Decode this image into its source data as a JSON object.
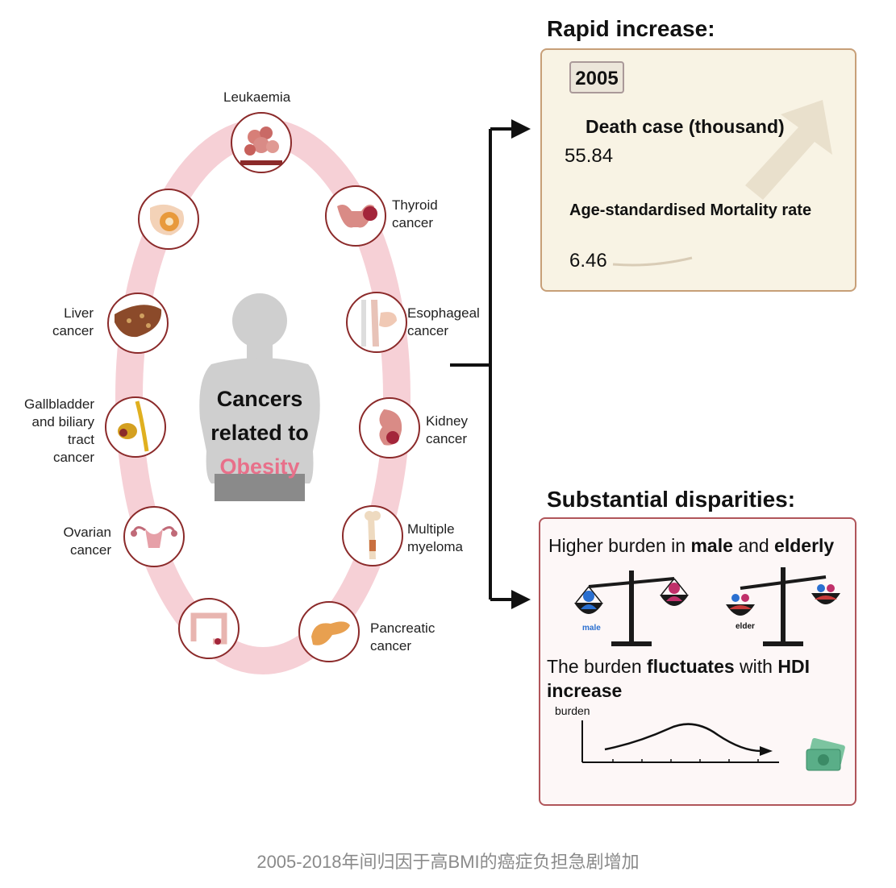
{
  "center": {
    "line1": "Cancers",
    "line2": "related to",
    "line3": "Obesity"
  },
  "cancers": {
    "leukaemia": "Leukaemia",
    "thyroid": [
      "Thyroid",
      "cancer"
    ],
    "esophageal": [
      "Esophageal",
      "cancer"
    ],
    "kidney": [
      "Kidney",
      "cancer"
    ],
    "myeloma": [
      "Multiple",
      "myeloma"
    ],
    "pancreatic": [
      "Pancreatic",
      "cancer"
    ],
    "liver": [
      "Liver",
      "cancer"
    ],
    "gallbladder": [
      "Gallbladder",
      "and biliary",
      "tract",
      "cancer"
    ],
    "ovarian": [
      "Ovarian",
      "cancer"
    ]
  },
  "rapid": {
    "heading": "Rapid increase:",
    "year": "2005",
    "death_label": "Death case (thousand)",
    "death_value": "55.84",
    "mortality_label": "Age-standardised Mortality rate",
    "mortality_value": "6.46"
  },
  "disparities": {
    "heading": "Substantial disparities:",
    "burden_pre": "Higher burden in ",
    "burden_male": "male",
    "burden_and": " and ",
    "burden_elderly": "elderly",
    "scale1_label": "male",
    "scale2_label": "elder",
    "fluct_pre": "The burden ",
    "fluct_bold": "fluctuates",
    "fluct_mid": " with ",
    "fluct_hdi": "HDI",
    "fluct_line2": "increase",
    "axis_label": "burden"
  },
  "caption": "2005-2018年间归因于高BMI的癌症负担急剧增加",
  "colors": {
    "ring": "#f6d0d6",
    "icon_border": "#8b2a2a",
    "obesity": "#e8708a",
    "box1_bg": "#f8f3e4",
    "box1_border": "#c79f78",
    "box2_border": "#b0555a",
    "male_blue": "#2a6fd0",
    "female_pink": "#c0306a"
  }
}
